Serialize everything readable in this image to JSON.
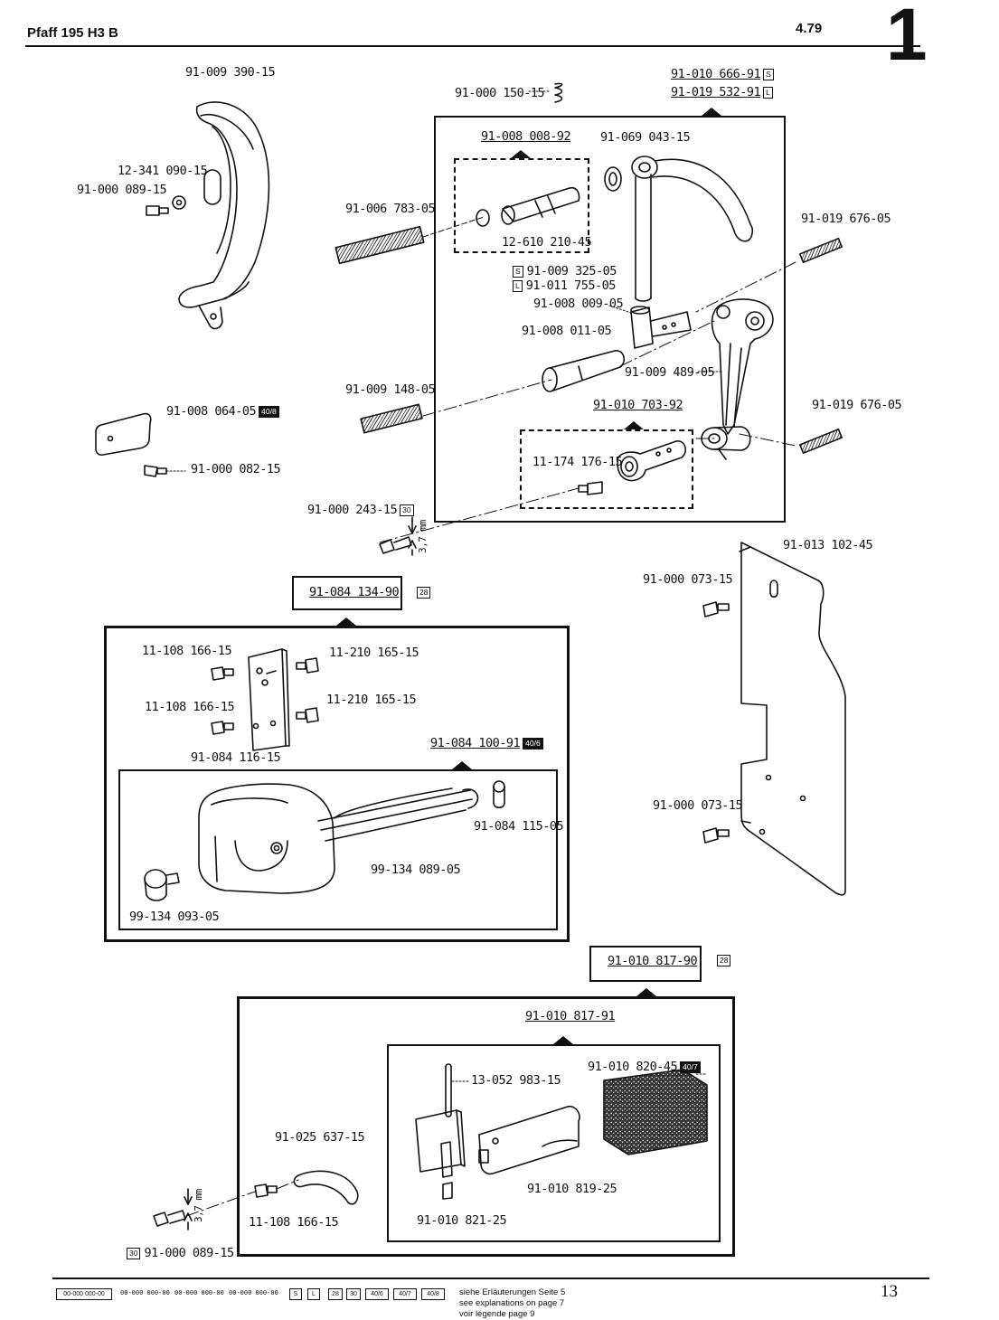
{
  "header": {
    "title": "Pfaff 195 H3 B",
    "date": "4.79",
    "section_number": "1"
  },
  "tags": {
    "s": "S",
    "l": "L",
    "t28": "28",
    "t30": "30",
    "t40_8": "40/8",
    "t40_7": "40/7",
    "t40_6": "40/6"
  },
  "parts": {
    "p1": "91-009 390-15",
    "p2": "12-341 090-15",
    "p3": "91-000 089-15",
    "p4": "91-000 150-15",
    "p5": "91-010 666-91",
    "p6": "91-019 532-91",
    "p7": "91-008 008-92",
    "p8": "91-069 043-15",
    "p9": "91-006 783-05",
    "p10": "12-610 210-45",
    "p11": "91-019 676-05",
    "p12": "91-009 325-05",
    "p13": "91-011 755-05",
    "p14": "91-008 009-05",
    "p15": "91-008 011-05",
    "p16": "91-009 489-05",
    "p17": "91-009 148-05",
    "p18": "91-008 064-05",
    "p19": "91-000 082-15",
    "p20": "91-010 703-92",
    "p21": "91-019 676-05",
    "p22": "11-174 176-15",
    "p23": "91-000 243-15",
    "p24": "91-013 102-45",
    "p25": "91-084 134-90",
    "p26": "91-000 073-15",
    "p27": "11-108 166-15",
    "p28": "11-210 165-15",
    "p29": "11-108 166-15",
    "p30": "11-210 165-15",
    "p31": "91-084 116-15",
    "p32": "91-084 100-91",
    "p33": "91-084 115-05",
    "p34": "99-134 089-05",
    "p35": "99-134 093-05",
    "p36": "91-000 073-15",
    "p37": "91-010 817-90",
    "p38": "91-010 817-91",
    "p39": "91-010 820-45",
    "p40": "13-052 983-15",
    "p41": "91-025 637-15",
    "p42": "91-010 819-25",
    "p43": "11-108 166-15",
    "p44": "91-010 821-25",
    "p45": "91-000 089-15"
  },
  "dimensions": {
    "d1": "3,7 mm",
    "d2": "3,7 mm"
  },
  "footer": {
    "legend_codes": [
      "00-000 000-00",
      "00-000 000-00",
      "00-000 000-00",
      "00-000 000-00"
    ],
    "line1": "siehe Erläuterungen Seite 5",
    "line2": "see explanations on page 7",
    "line3": "voir légende page 9",
    "page_number": "13"
  }
}
